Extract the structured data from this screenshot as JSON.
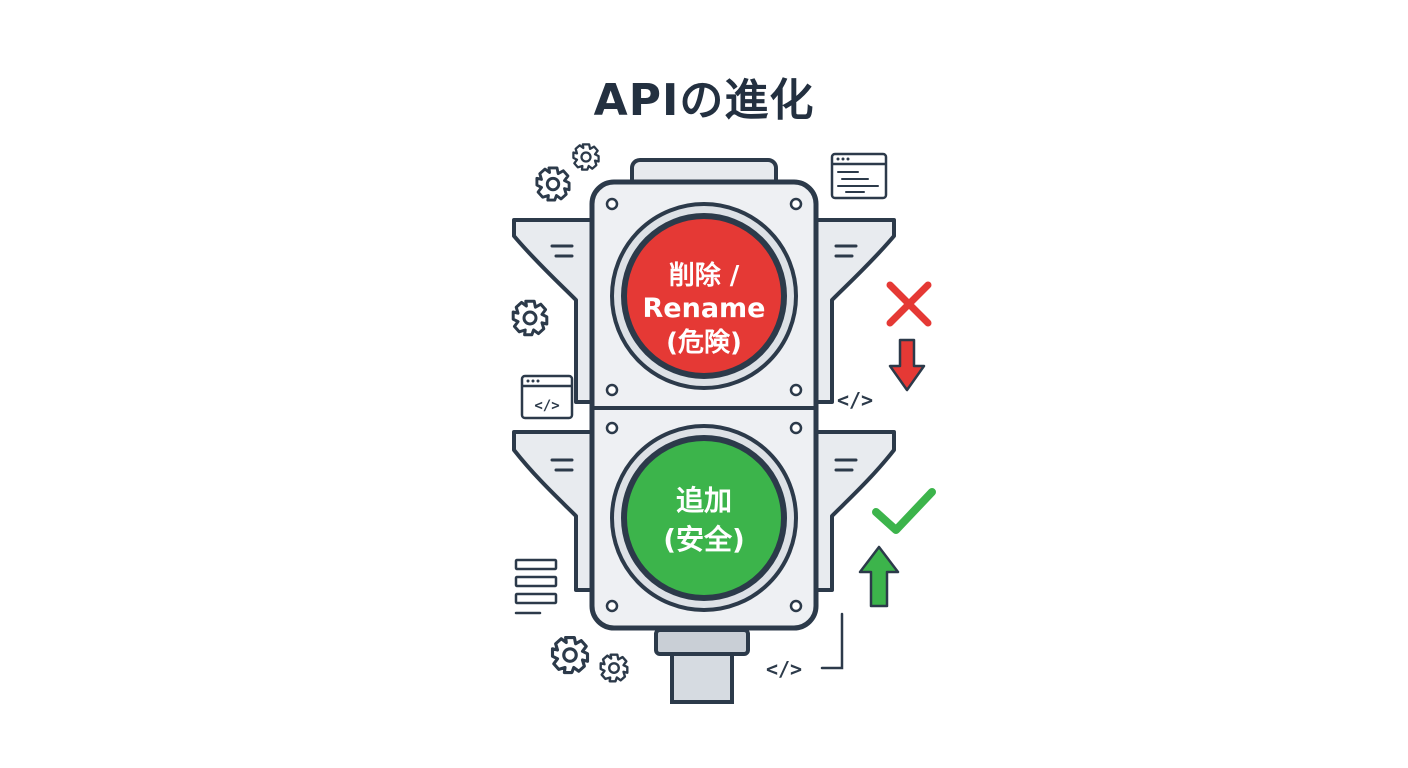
{
  "title": "APIの進化",
  "lights": {
    "red": {
      "line1": "削除 /",
      "line2": "Rename",
      "line3": "(危険)",
      "color": "#e53935"
    },
    "green": {
      "line1": "追加",
      "line2": "(安全)",
      "color": "#3cb44b"
    }
  },
  "code_tags": {
    "right": "</>",
    "bottom": "</>"
  },
  "icons": {
    "top_left": "gear-icon",
    "top_right": "browser-window-icon",
    "mid_left_gear": "gear-icon",
    "mid_left_window": "code-window-icon",
    "bottom_left_list": "list-icon",
    "bottom_left_gears": "gear-icon",
    "cross": "cross-icon",
    "arrow_down": "arrow-down-icon",
    "check": "check-icon",
    "arrow_up": "arrow-up-icon"
  },
  "colors": {
    "outline": "#2c3a4a",
    "housing": "#eef0f3",
    "danger": "#e53935",
    "safe": "#3cb44b"
  }
}
